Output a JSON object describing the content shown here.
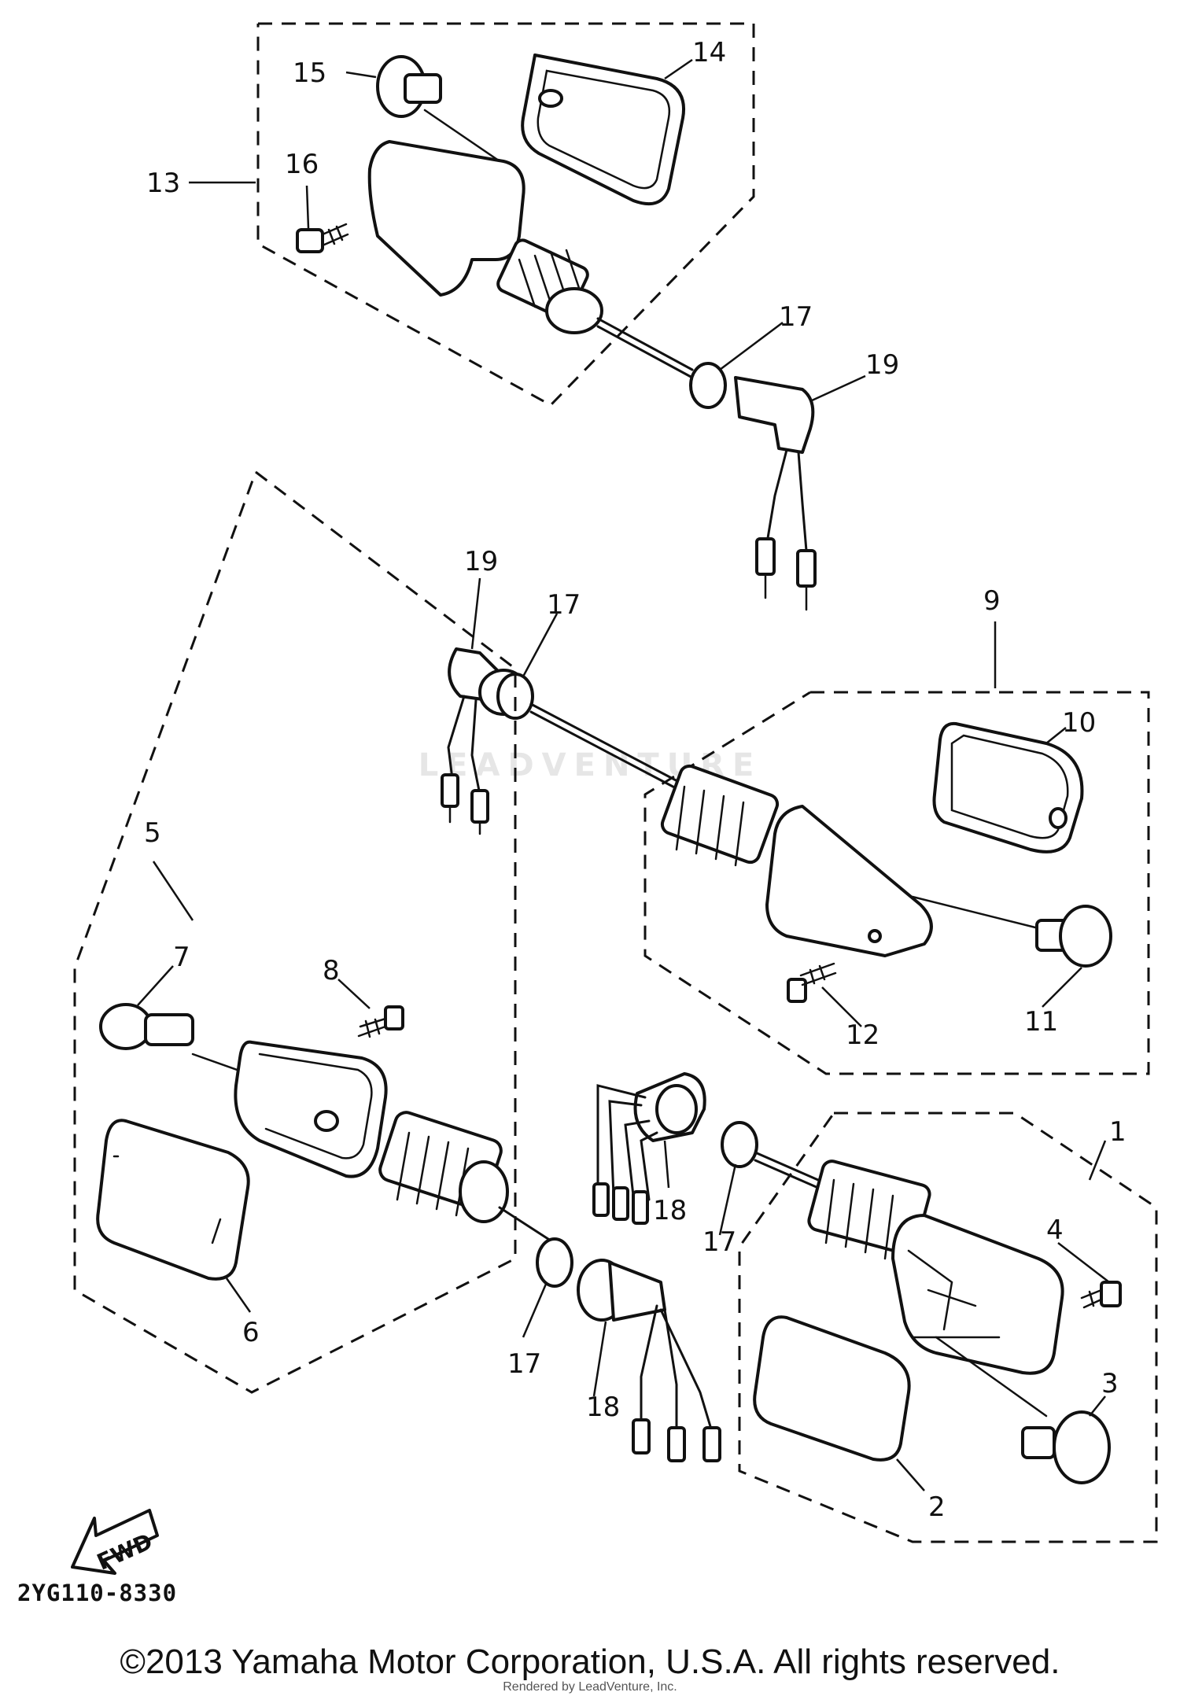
{
  "callouts": {
    "c1": "1",
    "c2": "2",
    "c3": "3",
    "c4": "4",
    "c5": "5",
    "c6": "6",
    "c7": "7",
    "c8": "8",
    "c9": "9",
    "c10": "10",
    "c11": "11",
    "c12": "12",
    "c13": "13",
    "c14": "14",
    "c15": "15",
    "c16": "16",
    "c17a": "17",
    "c17b": "17",
    "c17c": "17",
    "c17d": "17",
    "c18a": "18",
    "c18b": "18",
    "c19a": "19",
    "c19b": "19"
  },
  "direction_label": "FWD",
  "diagram_code": "2YG110-8330",
  "watermark_text": "LEADVENTURE",
  "copyright": "©2013 Yamaha Motor Corporation, U.S.A. All rights reserved.",
  "rendered_by": "Rendered by LeadVenture, Inc."
}
